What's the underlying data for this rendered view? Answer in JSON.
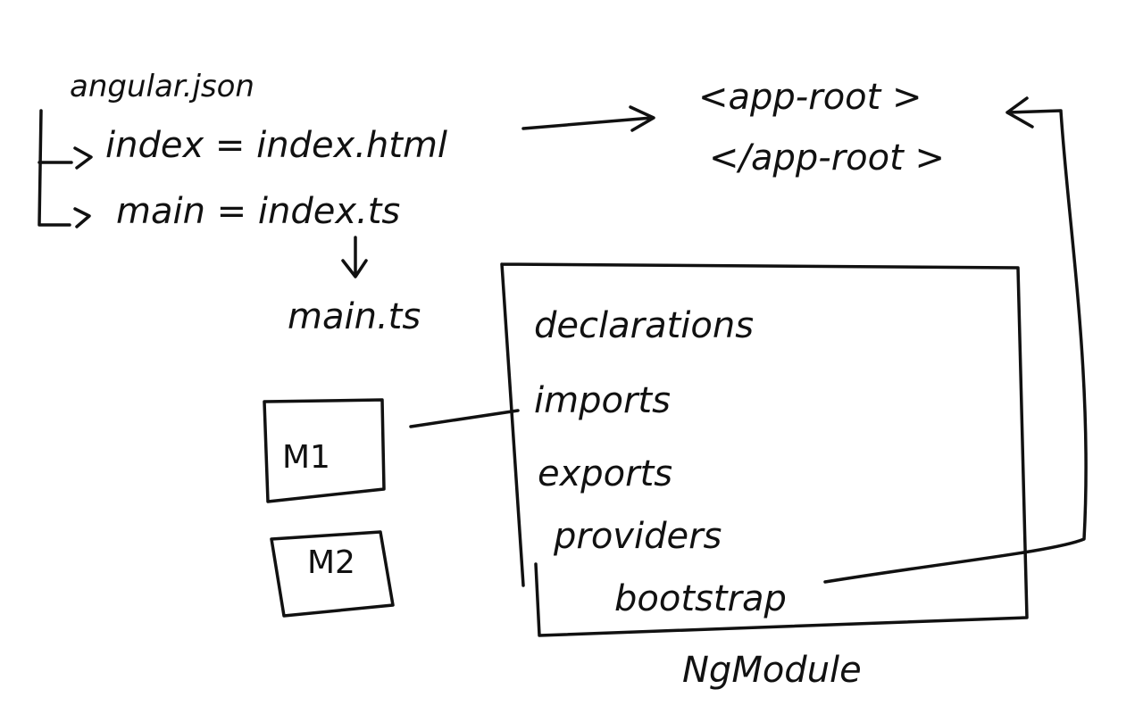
{
  "diagram": {
    "ink_color": "#111111",
    "background": "#ffffff",
    "config": {
      "file": "angular.json",
      "index_entry": "index = index.html",
      "main_entry": "main = index.ts",
      "resolved_main": "main.ts"
    },
    "html_tag": {
      "open": "<app-root >",
      "close": "</app-root >"
    },
    "modules": {
      "m1": "M1",
      "m2": "M2"
    },
    "ngmodule": {
      "title": "NgModule",
      "fields": {
        "declarations": "declarations",
        "imports": "imports",
        "exports": "exports",
        "providers": "providers",
        "bootstrap": "bootstrap"
      }
    }
  }
}
